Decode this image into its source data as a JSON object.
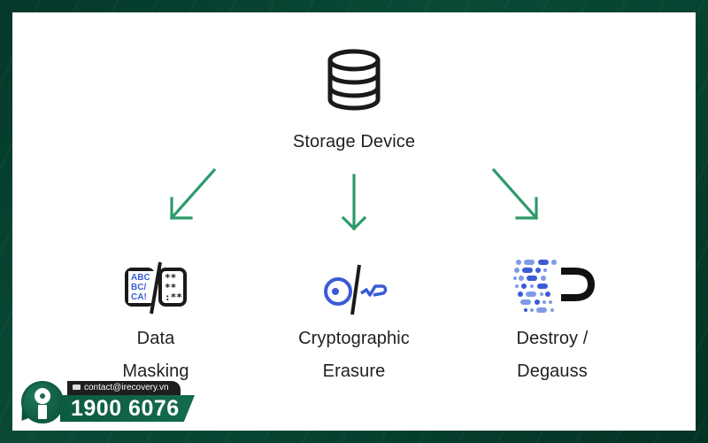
{
  "diagram": {
    "root": {
      "label": "Storage Device",
      "icon": "database-icon"
    },
    "arrow_color": "#2e9a6c",
    "children": [
      {
        "label_line1": "Data",
        "label_line2": "Masking",
        "icon": "data-masking-icon"
      },
      {
        "label_line1": "Cryptographic",
        "label_line2": "Erasure",
        "icon": "key-slash-icon"
      },
      {
        "label_line1": "Destroy /",
        "label_line2": "Degauss",
        "icon": "magnet-degauss-icon"
      }
    ],
    "masking_icon_text": {
      "line1": "ABC",
      "line2": "BC/",
      "line3": "CA!"
    }
  },
  "contact_badge": {
    "email": "contact@irecovery.vn",
    "phone": "1900 6076"
  },
  "colors": {
    "frame_green": "#0a4a37",
    "accent_blue": "#3b5bd6",
    "light_blue": "#7f9be8",
    "arrow_green": "#2e9a6c"
  }
}
